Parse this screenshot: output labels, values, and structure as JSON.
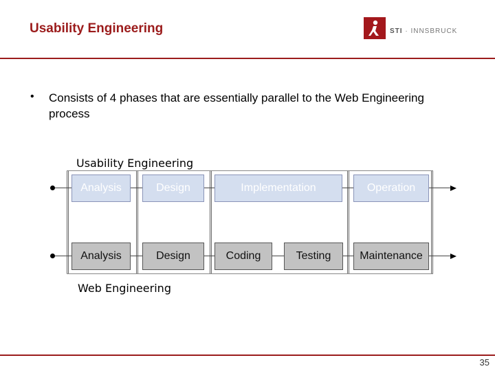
{
  "header": {
    "title": "Usability Engineering",
    "logo_text_bold": "STI",
    "logo_text": " · INNSBRUCK"
  },
  "content": {
    "bullet_symbol": "•",
    "bullet_text": "Consists of 4 phases that are essentially parallel to the Web Engineering process"
  },
  "diagram": {
    "usability_label": "Usability Engineering",
    "web_label": "Web Engineering",
    "usability_phases": [
      "Analysis",
      "Design",
      "Implementation",
      "Operation"
    ],
    "web_phases": [
      "Analysis",
      "Design",
      "Coding",
      "Testing",
      "Maintenance"
    ]
  },
  "footer": {
    "page_number": "35"
  }
}
